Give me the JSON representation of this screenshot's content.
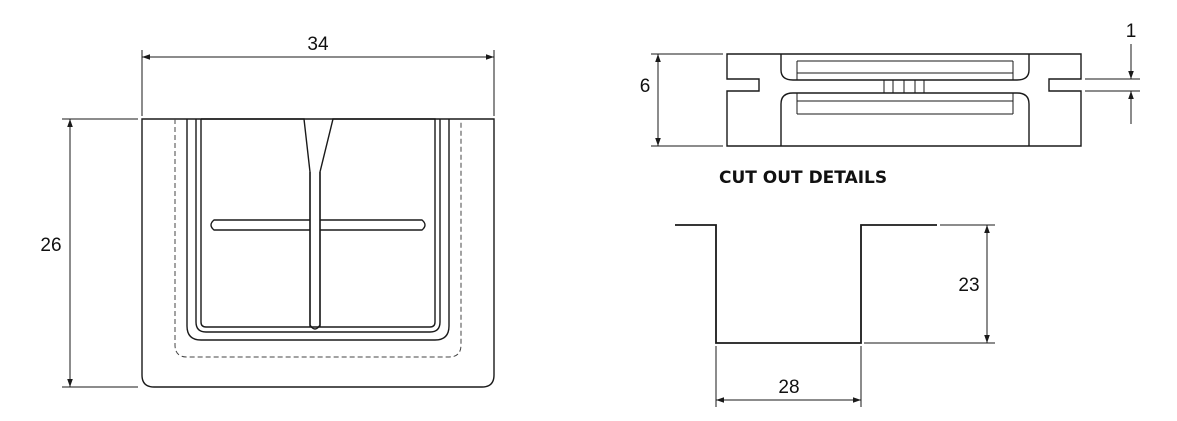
{
  "front_view": {
    "dim_width": "34",
    "dim_height": "26"
  },
  "side_view": {
    "dim_thickness": "6",
    "dim_gap": "1"
  },
  "cutout": {
    "heading": "CUT OUT DETAILS",
    "dim_width": "28",
    "dim_height": "23"
  }
}
